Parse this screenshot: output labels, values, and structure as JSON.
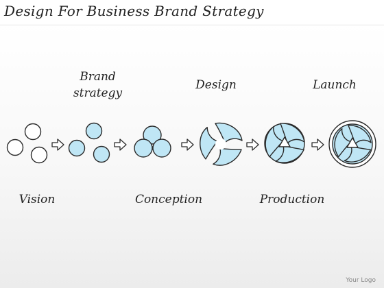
{
  "title": "Design For Business Brand Strategy",
  "labels": {
    "brand_strategy": "Brand\nstrategy",
    "design": "Design",
    "launch": "Launch",
    "vision": "Vision",
    "conception": "Conception",
    "production": "Production"
  },
  "logo": "Your Logo",
  "colors": {
    "fill": "#bfe6f5",
    "stroke": "#2a2a2a",
    "arrow_fill": "#ffffff"
  },
  "stages": [
    {
      "name": "vision",
      "icon": "three-empty-circles-icon"
    },
    {
      "name": "brand-strategy",
      "icon": "three-blue-circles-icon"
    },
    {
      "name": "conception",
      "icon": "overlapping-circles-icon"
    },
    {
      "name": "design",
      "icon": "swirl-triangle-icon"
    },
    {
      "name": "production",
      "icon": "tight-swirl-icon"
    },
    {
      "name": "launch",
      "icon": "ringed-swirl-icon"
    }
  ]
}
